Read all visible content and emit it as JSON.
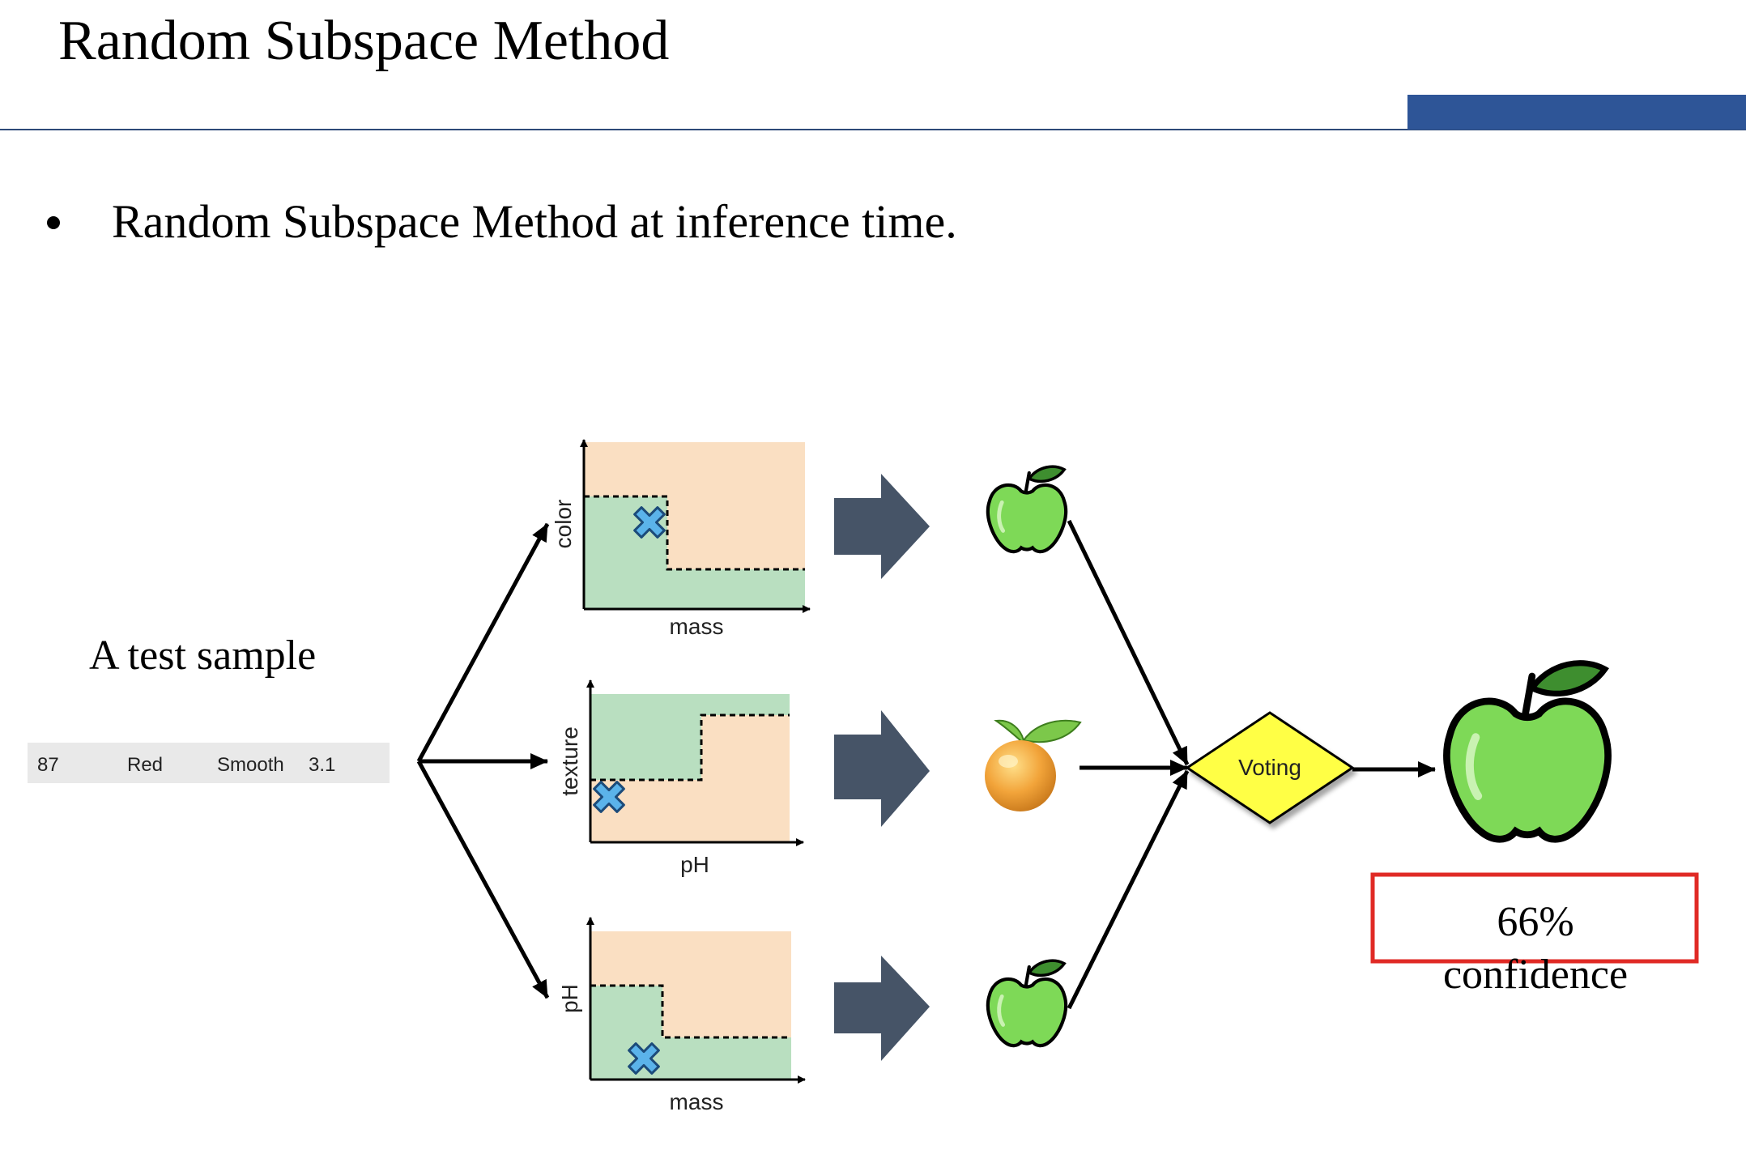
{
  "title": "Random Subspace Method",
  "bullet": "Random Subspace Method at inference time.",
  "sample": {
    "caption": "A test sample",
    "values": [
      "87",
      "Red",
      "Smooth",
      "3.1"
    ]
  },
  "plots": [
    {
      "y_label": "color",
      "x_label": "mass"
    },
    {
      "y_label": "texture",
      "x_label": "pH"
    },
    {
      "y_label": "pH",
      "x_label": "mass"
    }
  ],
  "voting_label": "Voting",
  "result": {
    "line1": "66%",
    "line2": "confidence"
  },
  "colors": {
    "accent_bar": "#2E5597",
    "region_green": "#B9DFC0",
    "region_peach": "#FADFC2",
    "cross": "#5BB3EA",
    "arrow_block": "#465467",
    "diamond": "#FFFF44",
    "highlight_box": "#E02A25",
    "apple_green": "#7ED957"
  }
}
